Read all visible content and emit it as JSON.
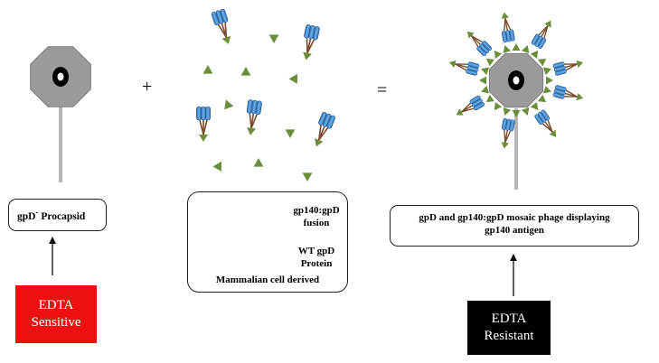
{
  "operators": {
    "plus": "+",
    "equals": "="
  },
  "procapsid": {
    "label_main": "gpD",
    "label_sup": "-",
    "label_rest": " Procapsid"
  },
  "edta_sensitive": {
    "line1": "EDTA",
    "line2": "Sensitive",
    "color": "#ee1010",
    "text_color": "#ffffff"
  },
  "legend": {
    "fusion": {
      "line1": "gp140:gpD",
      "line2": "fusion"
    },
    "wt": {
      "line1": "WT gpD",
      "line2": "Protein"
    },
    "footer": "Mammalian cell derived"
  },
  "mosaic": {
    "line1": "gpD and gp140:gpD mosaic phage displaying",
    "line2": "gp140 antigen"
  },
  "edta_resistant": {
    "line1": "EDTA",
    "line2": "Resistant",
    "color": "#000000",
    "text_color": "#ffffff"
  },
  "colors": {
    "capsid_fill": "#9a9a9a",
    "capsid_stroke": "#7a7a7a",
    "tail": "#b4b4b4",
    "gpd_green": "#6b8e3a",
    "stalk_brown": "#7a4a2a",
    "head_blue": "#3b82c4"
  }
}
